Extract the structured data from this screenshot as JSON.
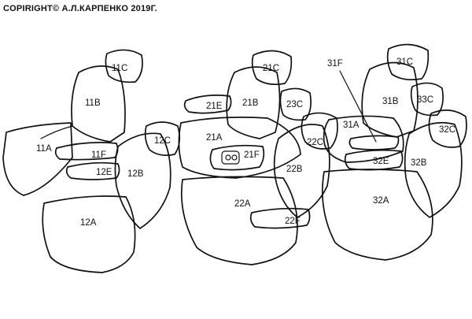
{
  "copyright": "COPIRIGHT© А.Л.КАРПЕНКО 2019Г.",
  "labels": {
    "p11C": "11C",
    "p11B": "11B",
    "p11A": "11A",
    "p11F": "11F",
    "p12E": "12E",
    "p12C": "12C",
    "p12B": "12B",
    "p12A": "12A",
    "p21C": "21C",
    "p21E": "21E",
    "p21B": "21B",
    "p23C": "23C",
    "p21A": "21A",
    "p21F": "21F",
    "p22C": "22C",
    "p22B": "22B",
    "p22A": "22A",
    "p22F": "22F",
    "p31F": "31F",
    "p31C": "31C",
    "p31B": "31B",
    "p33C": "33C",
    "p31A": "31A",
    "p32C": "32C",
    "p32E": "32E",
    "p32B": "32B",
    "p32A": "32A"
  }
}
